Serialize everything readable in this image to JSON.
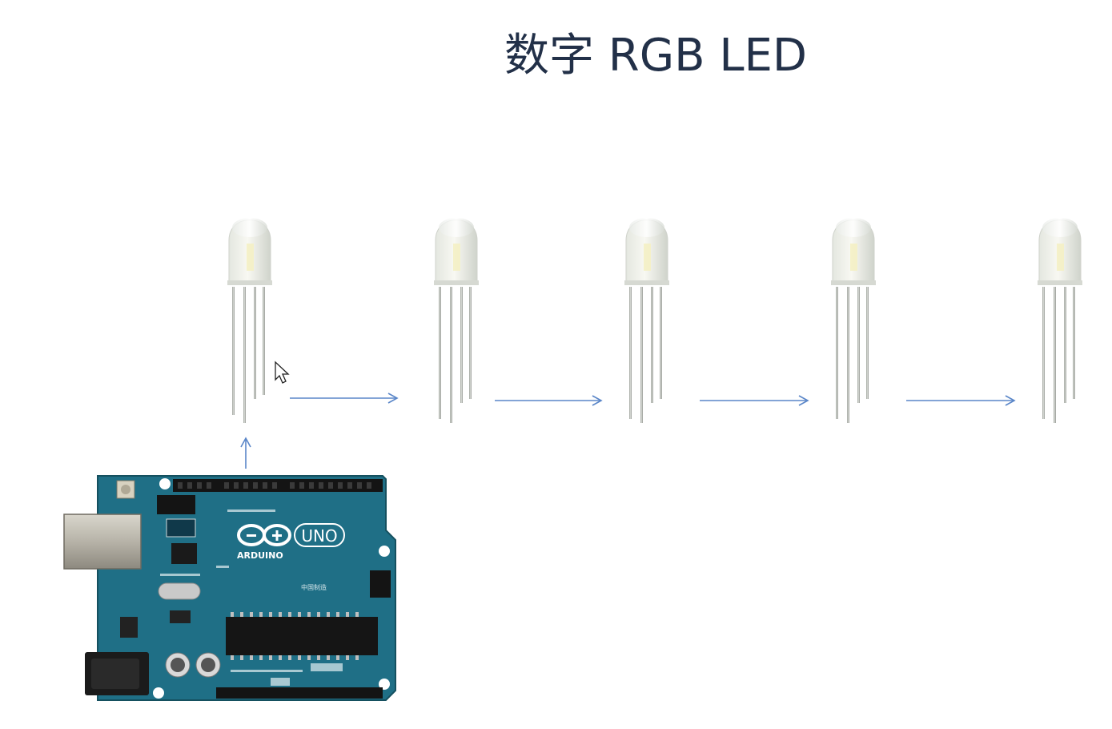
{
  "slide": {
    "title": "数字 RGB LED"
  },
  "diagram": {
    "led_count": 5,
    "board": {
      "logo_text": "ARDUINO",
      "model_text": "UNO",
      "subtitle_text": "中国制造"
    },
    "colors": {
      "arrow": "#5a86c8",
      "board": "#1f6f86",
      "board_dark": "#15505f",
      "title": "#223048"
    }
  }
}
